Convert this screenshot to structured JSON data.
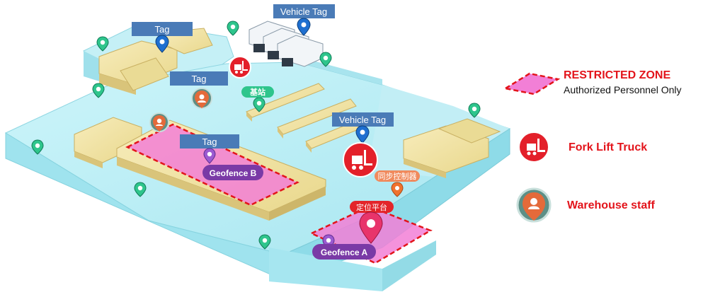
{
  "scene": {
    "tag_labels": {
      "tag_top_left": "Tag",
      "tag_center": "Tag",
      "tag_geofence_b": "Tag",
      "vehicle_tag_top": "Vehicle Tag",
      "vehicle_tag_right": "Vehicle Tag"
    },
    "geofences": {
      "a": "Geofence A",
      "b": "Geofence B"
    },
    "station_label": "基站",
    "sync_controller_label": "同步控制器",
    "positioning_platform_label": "定位平台"
  },
  "legend": {
    "restricted_title": "RESTRICTED ZONE",
    "restricted_sub": "Authorized Personnel Only",
    "forklift": "Fork Lift Truck",
    "staff": "Warehouse staff"
  },
  "colors": {
    "floor": "#bff0f6",
    "wall": "#9fe3ee",
    "shelf": "#efe0a0",
    "restricted_fill": "#f27fd6",
    "restricted_border": "#e3141b",
    "tag_label_bg": "#4a7bb7",
    "geofence_label_bg": "#7a3aa6",
    "station_green": "#2ec58c",
    "sync_orange": "#f08a5d",
    "platform_red": "#e3252a",
    "forklift_red": "#e3202a"
  },
  "icons": [
    "anchor-pin-icon",
    "vehicle-pin-icon",
    "geofence-pin-icon",
    "forklift-icon",
    "staff-avatar-icon",
    "truck-icon"
  ]
}
